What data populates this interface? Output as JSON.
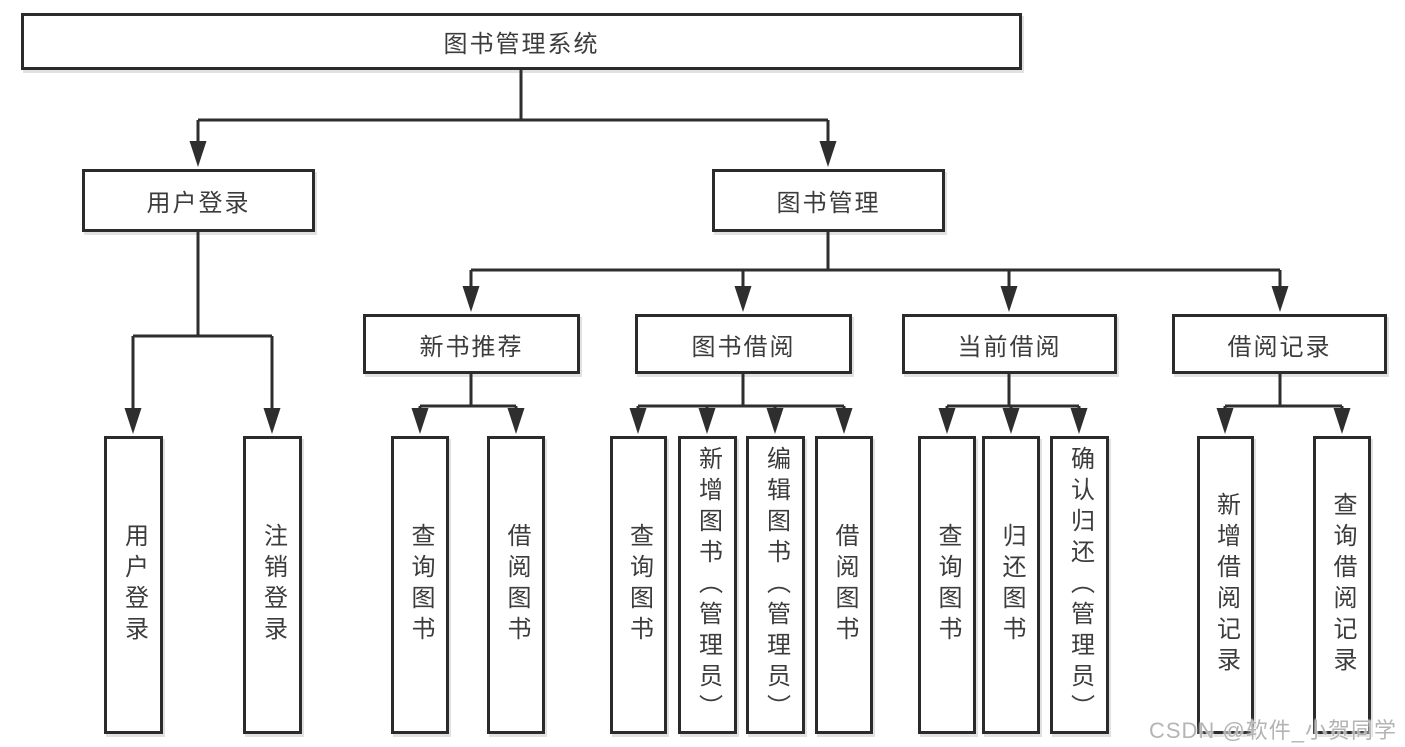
{
  "diagram": {
    "root": "图书管理系统",
    "level2": [
      {
        "id": "user-login",
        "label": "用户登录"
      },
      {
        "id": "book-management",
        "label": "图书管理"
      }
    ],
    "level3": [
      {
        "id": "new-book-recommend",
        "label": "新书推荐"
      },
      {
        "id": "book-borrow",
        "label": "图书借阅"
      },
      {
        "id": "current-borrow",
        "label": "当前借阅"
      },
      {
        "id": "borrow-records",
        "label": "借阅记录"
      }
    ],
    "leaves": {
      "user_login": [
        "用户登录",
        "注销登录"
      ],
      "new_book": [
        "查询图书",
        "借阅图书"
      ],
      "book_borrow": [
        "查询图书",
        "新增图书（管理员）",
        "编辑图书（管理员）",
        "借阅图书"
      ],
      "current_borrow": [
        "查询图书",
        "归还图书",
        "确认归还（管理员）"
      ],
      "borrow_records": [
        "新增借阅记录",
        "查询借阅记录"
      ]
    }
  },
  "watermark": "CSDN @软件_小贺同学",
  "colors": {
    "line": "#2e2e2e",
    "border": "#2b2b2b",
    "text": "#3c3c3c",
    "watermark": "#b4b4b4",
    "background": "#ffffff"
  }
}
